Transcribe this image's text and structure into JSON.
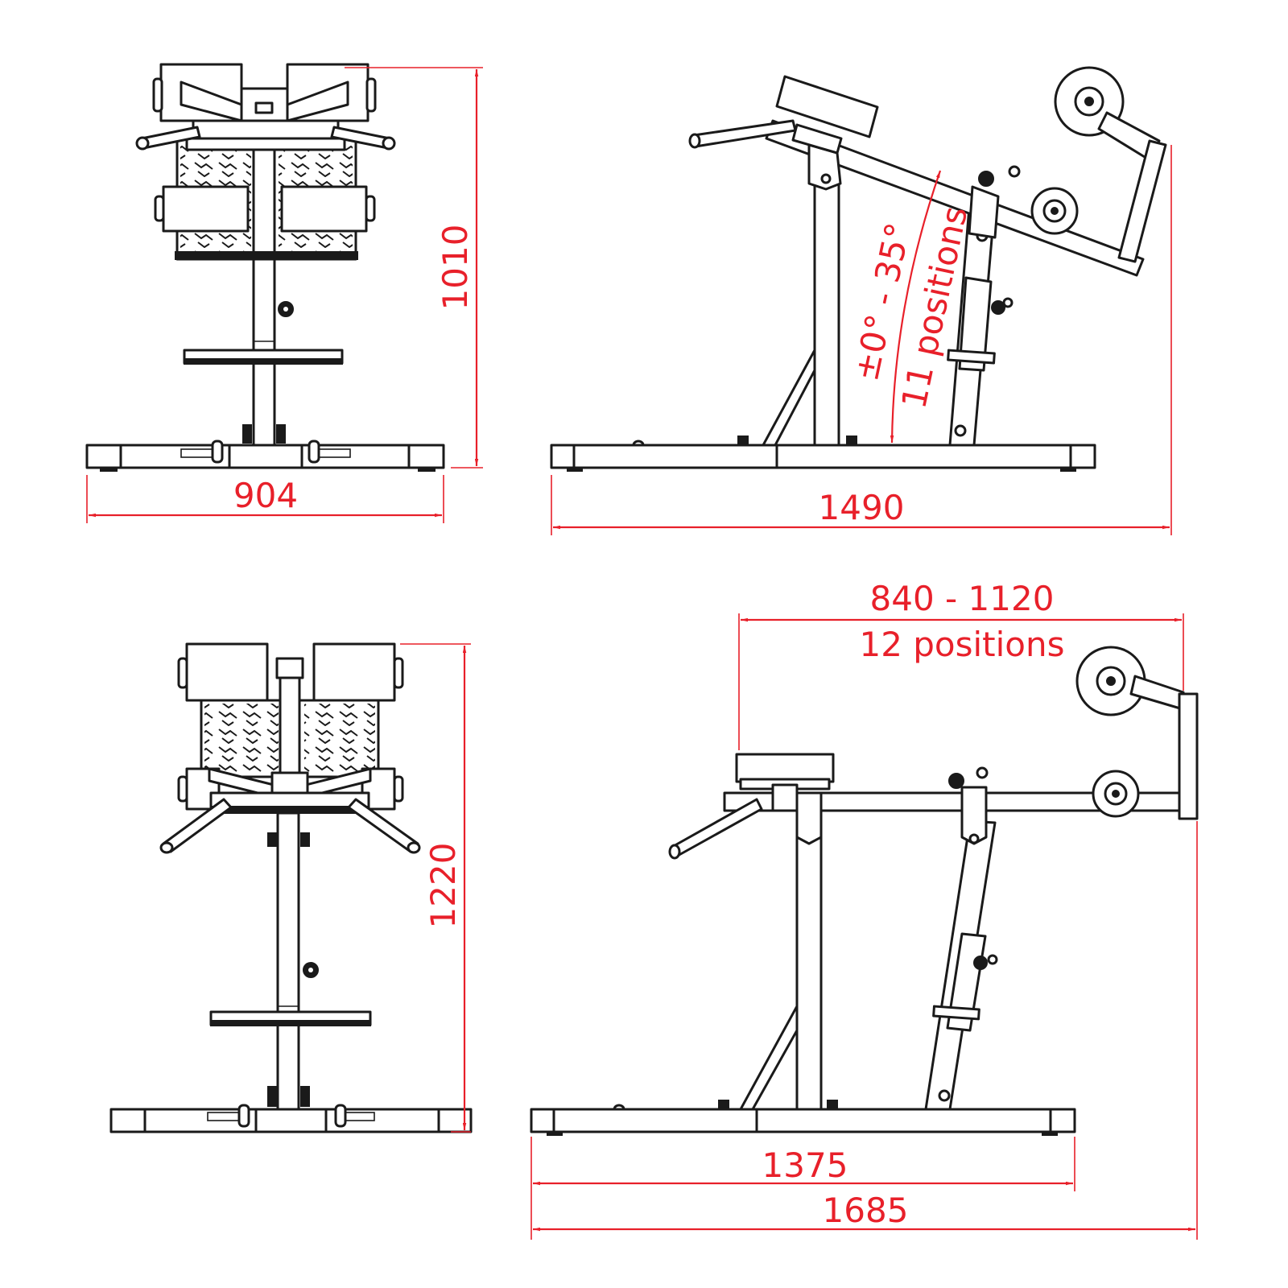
{
  "drawing": {
    "type": "technical dimension drawing",
    "subject": "hyperextension / glute-ham bench",
    "accent_color": "#e8202a",
    "line_color": "#1a1a1a",
    "views": [
      {
        "id": "front-view-tilted",
        "position": "top-left",
        "dimensions": {
          "width": "904",
          "height": "1010"
        }
      },
      {
        "id": "side-view-tilted",
        "position": "top-right",
        "dimensions": {
          "length": "1490",
          "angle_range": "±0° - 35°",
          "angle_positions": "11 positions"
        }
      },
      {
        "id": "back-view-flat",
        "position": "bottom-left",
        "dimensions": {
          "height": "1220"
        }
      },
      {
        "id": "side-view-flat",
        "position": "bottom-right",
        "dimensions": {
          "adjust_range": "840 - 1120",
          "adjust_positions": "12 positions",
          "base_length": "1375",
          "overall_length": "1685"
        }
      }
    ]
  }
}
